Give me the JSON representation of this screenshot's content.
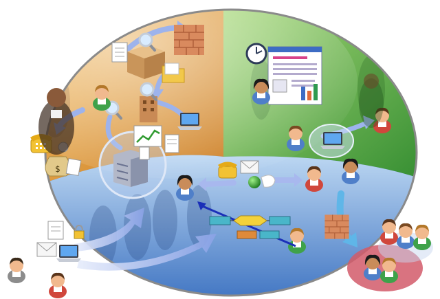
{
  "scene": {
    "zones": [
      {
        "name": "orange-quadrant",
        "color": "#e59a2a",
        "color_light": "#f6c46a"
      },
      {
        "name": "green-quadrant",
        "color": "#4aa83a",
        "color_light": "#9fd36a"
      },
      {
        "name": "blue-quadrant",
        "color": "#3f78c8",
        "color_light": "#9cc3ea"
      }
    ],
    "outline_color": "#777777",
    "arrow_color": "#6d86d6",
    "arrow_fill": "#9db3ec",
    "connector_color": "#1a2fb8",
    "client_group_color": "#d25b6a",
    "icons": [
      "firewall-icon",
      "magnifier-icon",
      "folder-icon",
      "document-icon",
      "server-icon",
      "laptop-icon",
      "chart-icon",
      "phone-icon",
      "money-bag-icon",
      "clock-icon",
      "report-window-icon",
      "email-icon",
      "globe-icon",
      "flowchart-icon",
      "lock-icon",
      "person-icon"
    ]
  }
}
